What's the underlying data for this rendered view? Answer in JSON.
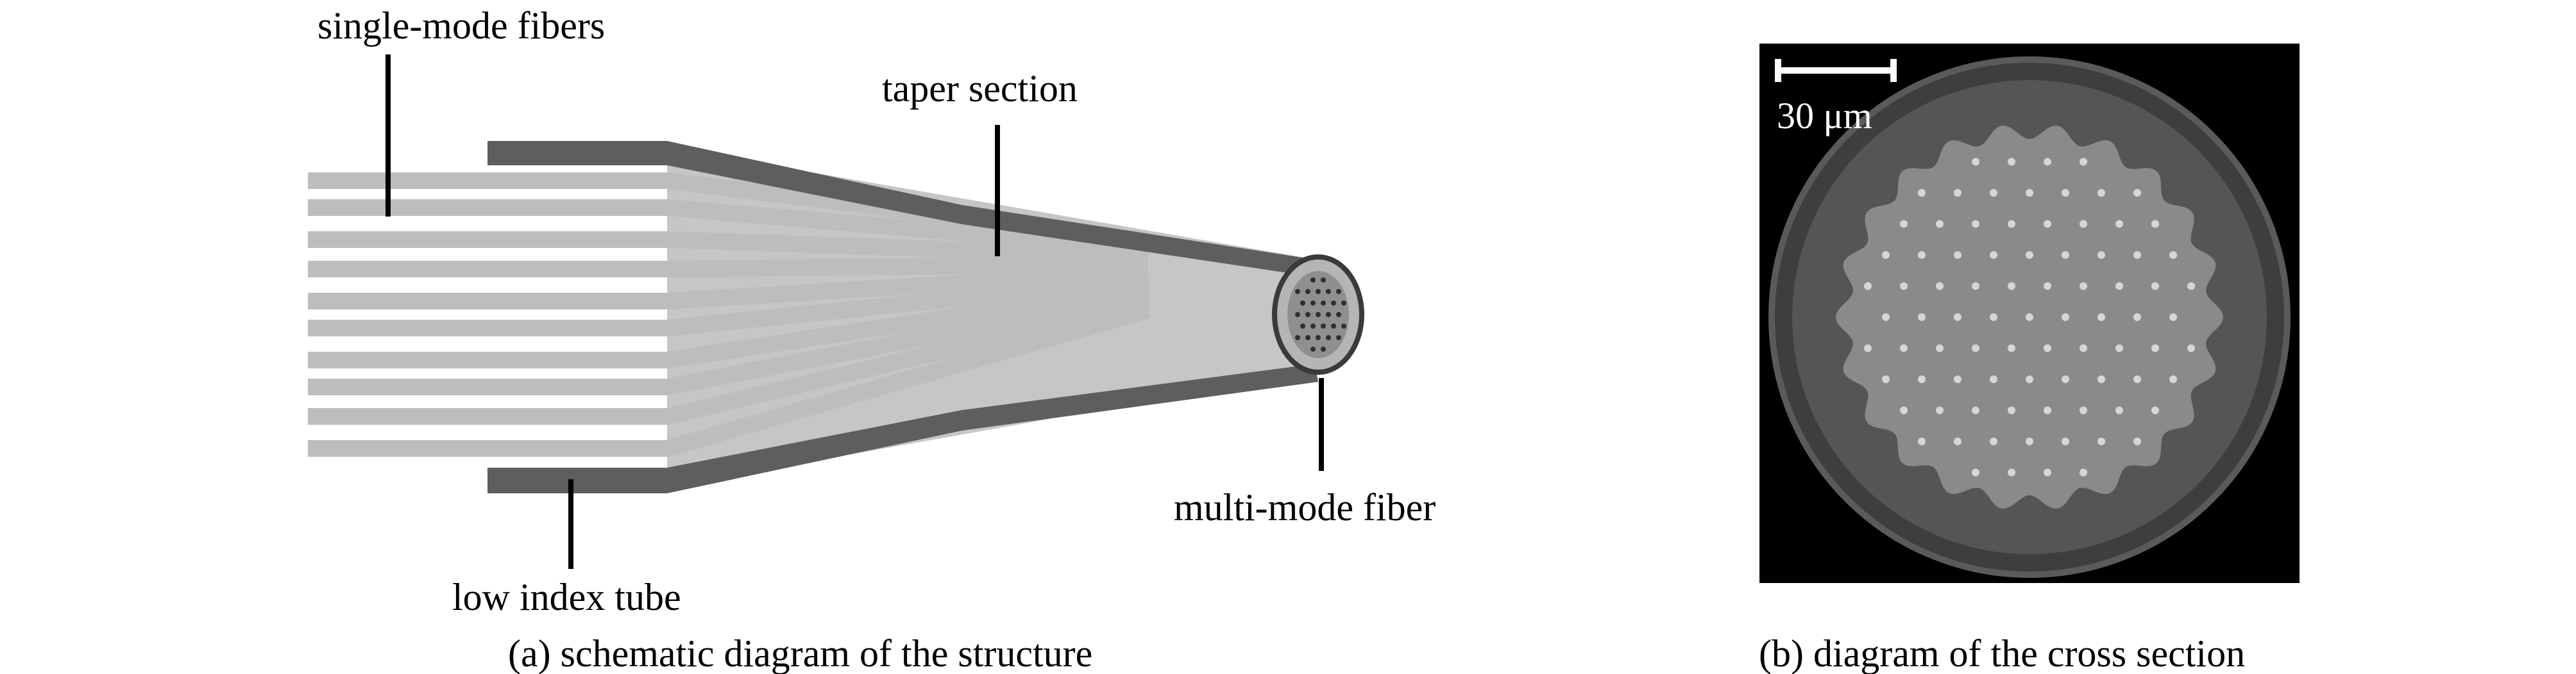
{
  "panel_a": {
    "labels": {
      "single_mode": "single-mode fibers",
      "taper": "taper section",
      "multimode": "multi-mode fiber",
      "tube": "low index tube"
    },
    "caption": "(a) schematic diagram of the structure"
  },
  "panel_b": {
    "scale_label": "30 μm",
    "caption": "(b) diagram of the cross section"
  },
  "colors": {
    "tube": "#5e5e5e",
    "fiber": "#bdbdbd",
    "taper_body": "#c6c6c6",
    "micrograph_bg": "#000000",
    "cladding": "#3e3e3e",
    "core": "#8a8a8a",
    "core_dot": "#d6d6d6"
  }
}
